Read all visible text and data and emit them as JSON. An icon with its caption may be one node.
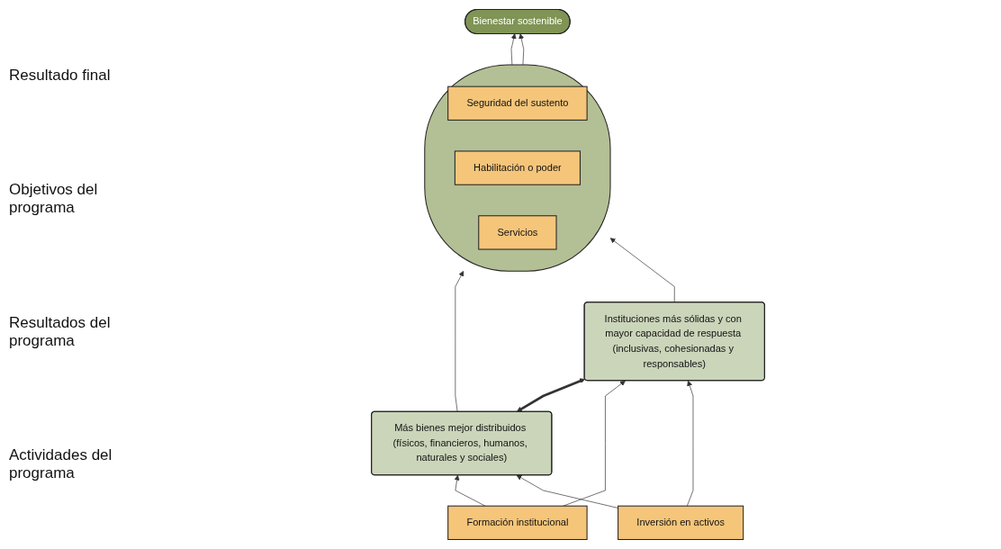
{
  "diagram": {
    "nodes": [
      {
        "text": [
          "Bienestar sostenible"
        ]
      },
      {
        "text": [],
        "shape": "ellipse"
      },
      {
        "text": [
          "Seguridad del sustento"
        ],
        "in": 1
      },
      {
        "text": [
          "Habilitación o poder"
        ],
        "in": 1
      },
      {
        "text": [
          "Servicios"
        ],
        "in": 1
      },
      {
        "text": [
          "Más bienes mejor distribuidos (físicos, financieros, humanos, naturales y sociales)"
        ]
      },
      {
        "text": [
          "Instituciones más sólidas y con mayor capacidad de respuesta (inclusivas, cohesionadas y responsables)"
        ]
      },
      {
        "text": [
          "Formación institucional"
        ]
      },
      {
        "text": [
          "Inversión en activos"
        ]
      }
    ],
    "edges": [
      {
        "from": 1,
        "to": 0,
        "arrow": "to"
      },
      {
        "from": 1,
        "to": 0,
        "arrow": "to"
      },
      {
        "from": 5,
        "to": 1,
        "arrow": "to"
      },
      {
        "from": 6,
        "to": 1,
        "arrow": "to"
      },
      {
        "from": 5,
        "to": 6,
        "arrow": "both",
        "style": "thick"
      },
      {
        "from": 7,
        "to": 5,
        "arrow": "to"
      },
      {
        "from": 7,
        "to": 6,
        "arrow": "to"
      },
      {
        "from": 8,
        "to": 5,
        "arrow": "to"
      },
      {
        "from": 8,
        "to": 6,
        "arrow": "to"
      }
    ],
    "labels": [
      "Resultado final",
      "Objetivos del programa",
      "Resultados del programa",
      "Actividades del programa"
    ]
  }
}
